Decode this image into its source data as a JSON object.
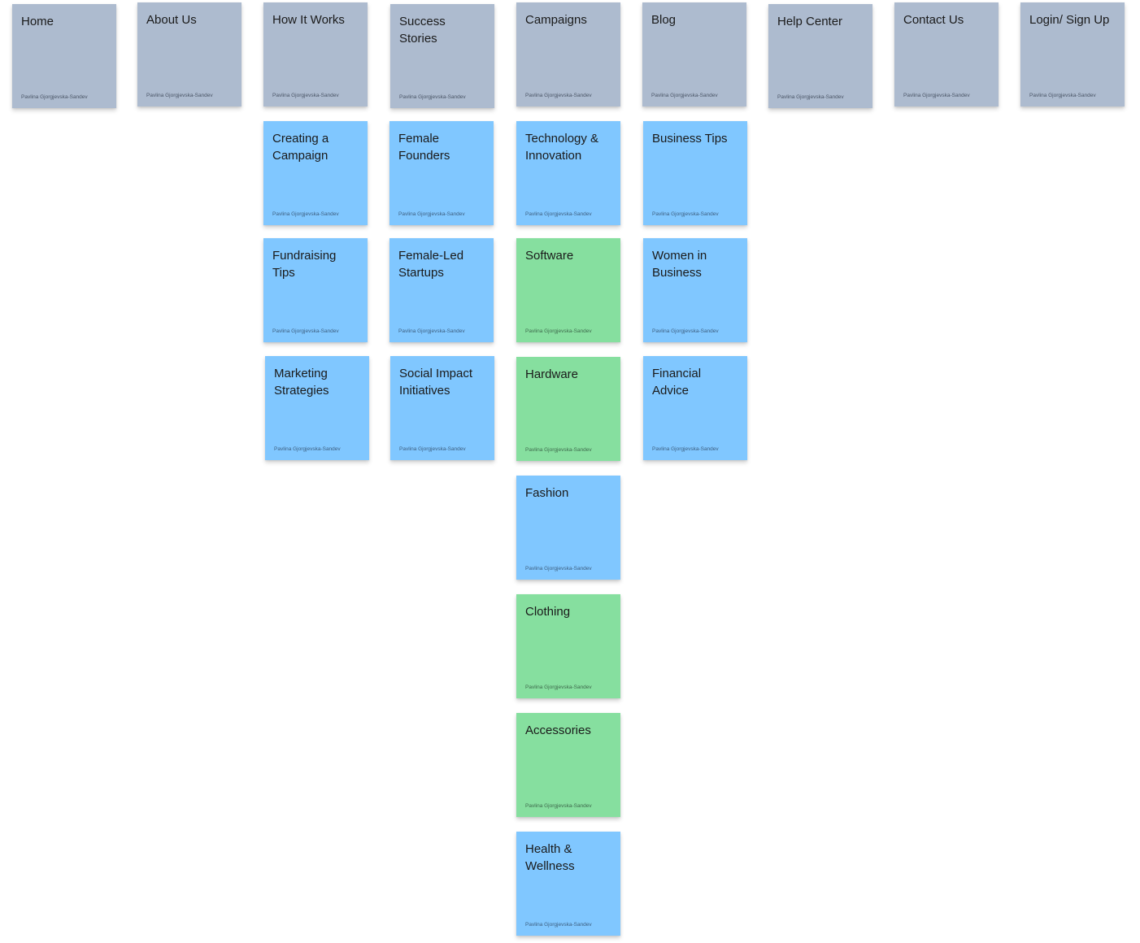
{
  "author": "Pavlina Gjorgjevska-Sandev",
  "colors": {
    "gray": "#adbbcf",
    "blue": "#80c7ff",
    "green": "#86df9f"
  },
  "notes": {
    "home": "Home",
    "about_us": "About Us",
    "how_it_works": "How It Works",
    "success_stories": "Success Stories",
    "campaigns": "Campaigns",
    "blog": "Blog",
    "help_center": "Help Center",
    "contact_us": "Contact Us",
    "login_sign_up": "Login/ Sign Up",
    "creating_a_campaign": "Creating a\nCampaign",
    "fundraising_tips": "Fundraising\nTips",
    "marketing_strategies": "Marketing\nStrategies",
    "female_founders": "Female\nFounders",
    "female_led_startups": "Female-Led\nStartups",
    "social_impact_initiatives": "Social Impact\nInitiatives",
    "technology_innovation": "Technology &\nInnovation",
    "software": "Software",
    "hardware": "Hardware",
    "fashion": "Fashion",
    "clothing": "Clothing",
    "accessories": "Accessories",
    "health_wellness": "Health &\nWellness",
    "business_tips": "Business Tips",
    "women_in_business": "Women in\nBusiness",
    "financial_advice": "Financial\nAdvice"
  }
}
